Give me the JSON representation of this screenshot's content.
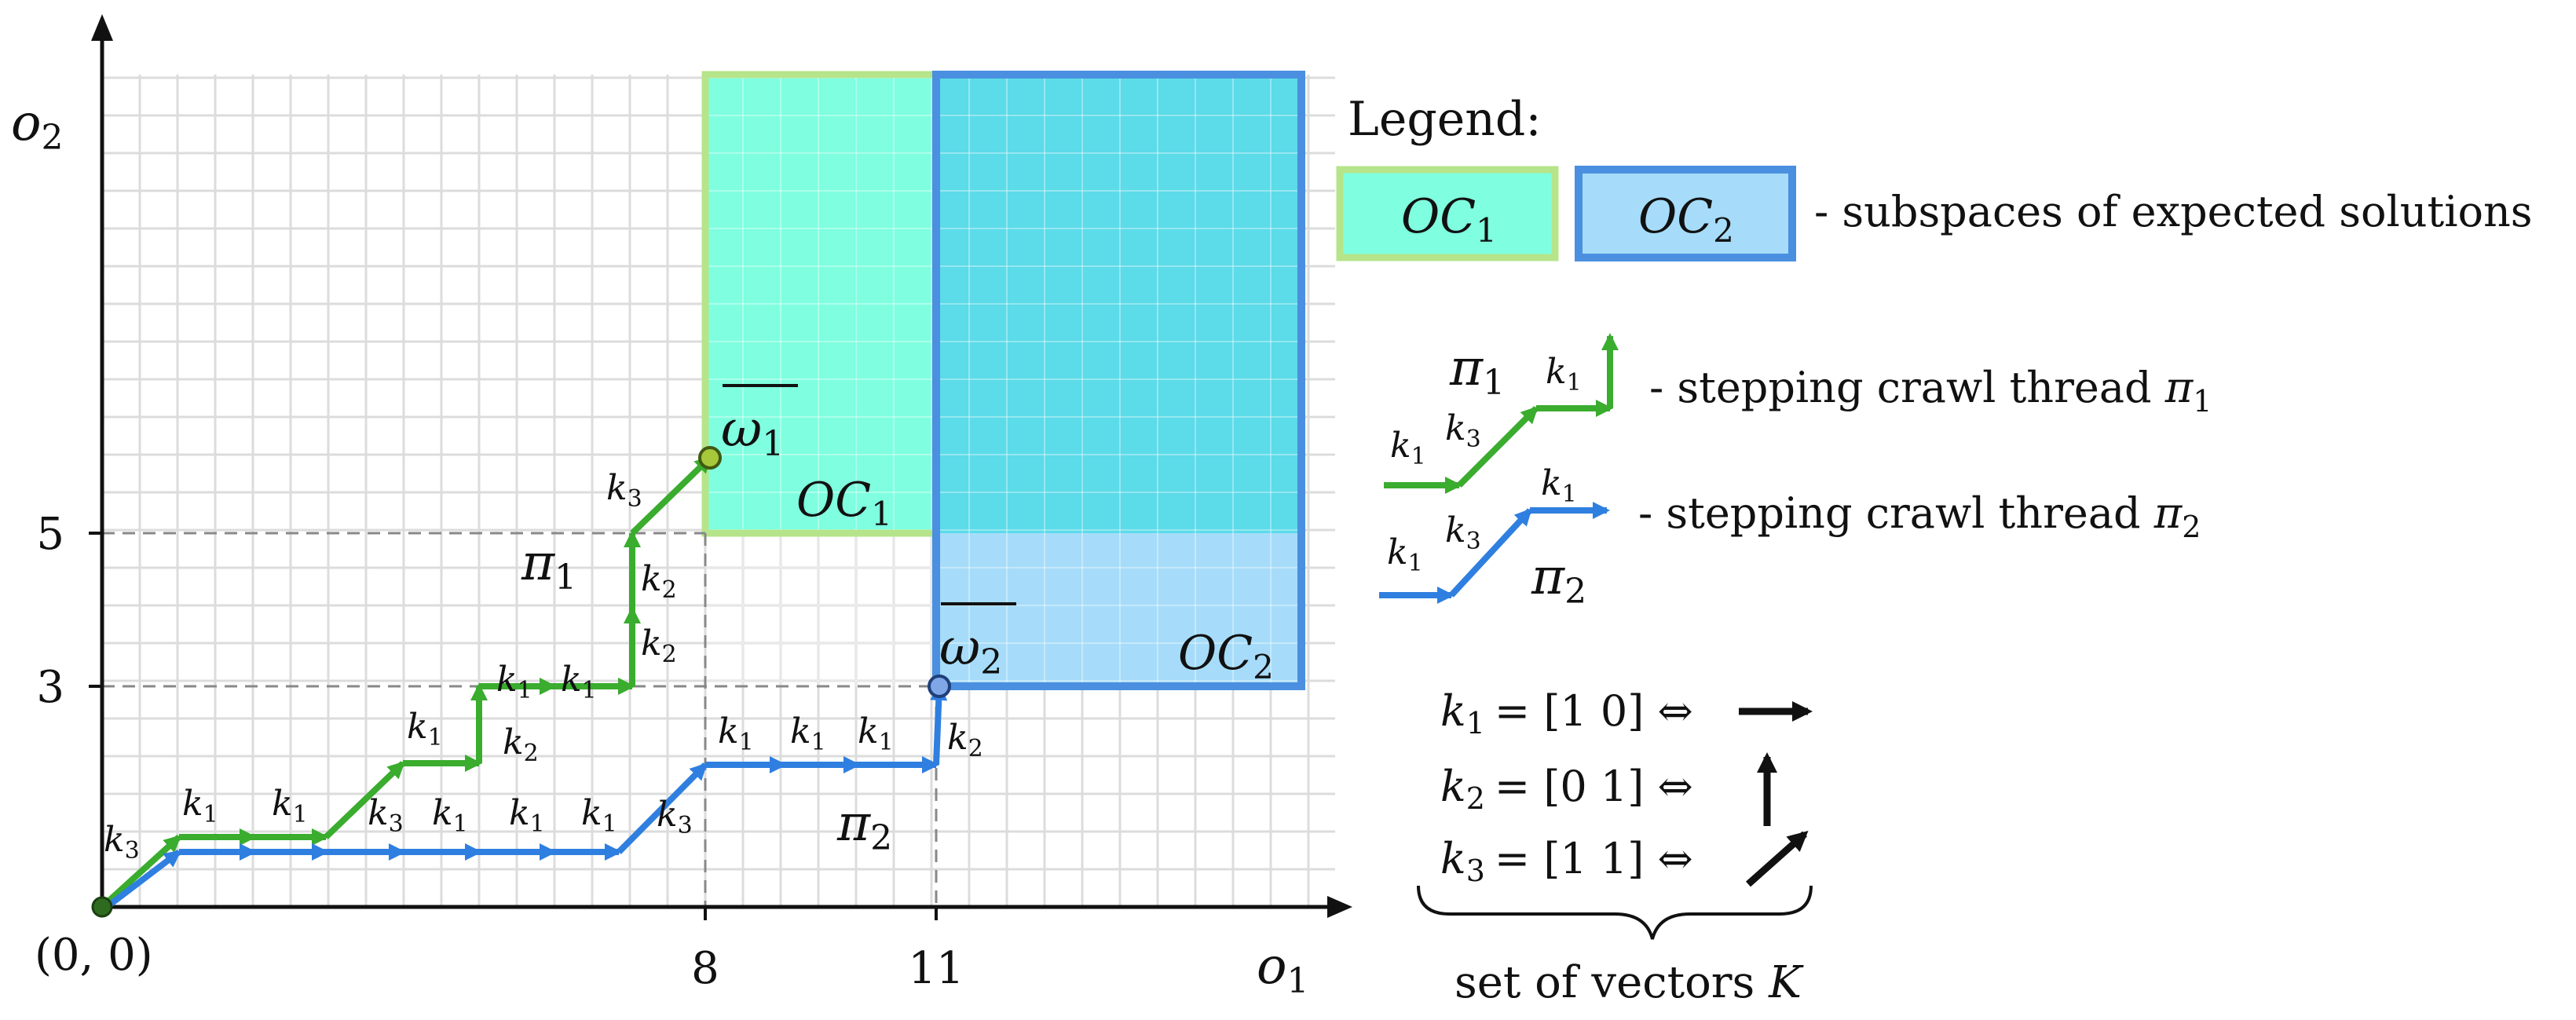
{
  "axes": {
    "x_label_base": "o",
    "x_label_sub": "1",
    "y_label_base": "o",
    "y_label_sub": "2",
    "origin_label": "(0, 0)",
    "x_ticks": [
      "8",
      "11"
    ],
    "y_ticks": [
      "5",
      "3"
    ]
  },
  "regions": {
    "oc1": {
      "label_base": "OC",
      "label_sub": "1",
      "fill": "#7fffdf",
      "stroke": "#b6e48a"
    },
    "oc2": {
      "label_base": "OC",
      "label_sub": "2",
      "fill": "#a6dcf9",
      "stroke": "#4a8fe0",
      "overlap": "#5cdbe9"
    }
  },
  "points": {
    "omega1": {
      "label_base": "ω",
      "label_sub": "1",
      "color": "#a7c83a"
    },
    "omega2": {
      "label_base": "ω",
      "label_sub": "2",
      "color": "#7fa7e6"
    }
  },
  "threads": {
    "pi1": {
      "label_base": "π",
      "label_sub": "1",
      "color": "#3aac2e"
    },
    "pi2": {
      "label_base": "π",
      "label_sub": "2",
      "color": "#2f7fe0"
    }
  },
  "step_labels": {
    "k_base": "k",
    "k1": "1",
    "k2": "2",
    "k3": "3"
  },
  "legend": {
    "title": "Legend:",
    "oc_description": "- subspaces of expected solutions",
    "thread_text": "- stepping crawl thread",
    "thread1_symbol": "π",
    "thread1_sub": "1",
    "thread2_symbol": "π",
    "thread2_sub": "2",
    "vectors": [
      {
        "name_base": "k",
        "name_sub": "1",
        "value": "= [1  0] ⇔"
      },
      {
        "name_base": "k",
        "name_sub": "2",
        "value": "= [0  1] ⇔"
      },
      {
        "name_base": "k",
        "name_sub": "3",
        "value": "= [1  1] ⇔"
      }
    ],
    "vector_set_text": "set of vectors",
    "vector_set_symbol": "K"
  }
}
